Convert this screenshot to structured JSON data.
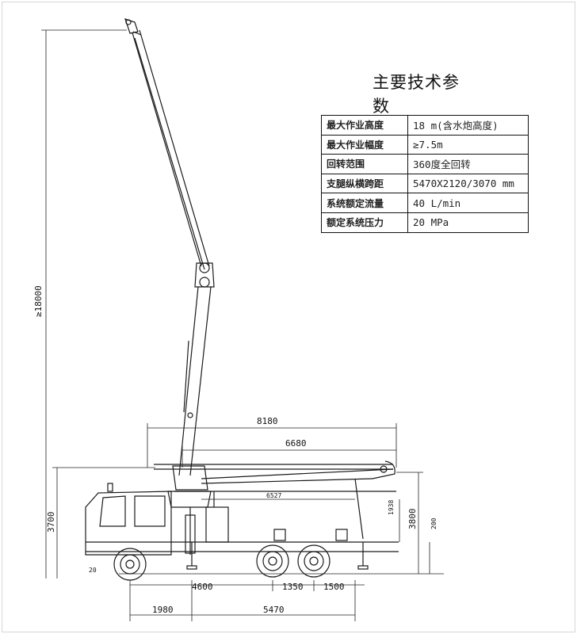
{
  "spec_table": {
    "title": "主要技术参数",
    "rows": [
      {
        "label": "最大作业高度",
        "value": "18 m(含水炮高度)"
      },
      {
        "label": "最大作业幅度",
        "value": "≥7.5m"
      },
      {
        "label": "回转范围",
        "value": "360度全回转"
      },
      {
        "label": "支腿纵横跨距",
        "value": "5470X2120/3070 mm"
      },
      {
        "label": "系统额定流量",
        "value": "40 L/min"
      },
      {
        "label": "额定系统压力",
        "value": "20 MPa"
      }
    ]
  },
  "dimensions": {
    "height_max": "≥18000",
    "reach_total": "8180",
    "reach_front": "6680",
    "boom_length": "6527",
    "height_1938": "1938",
    "height_cab": "3700",
    "height_boom_rest": "3800",
    "height_200": "200",
    "clearance": "20",
    "axle_front": "4600",
    "axle_mid": "1350",
    "axle_rear": "1500",
    "overhang_front": "1980",
    "outrigger_span": "5470"
  }
}
